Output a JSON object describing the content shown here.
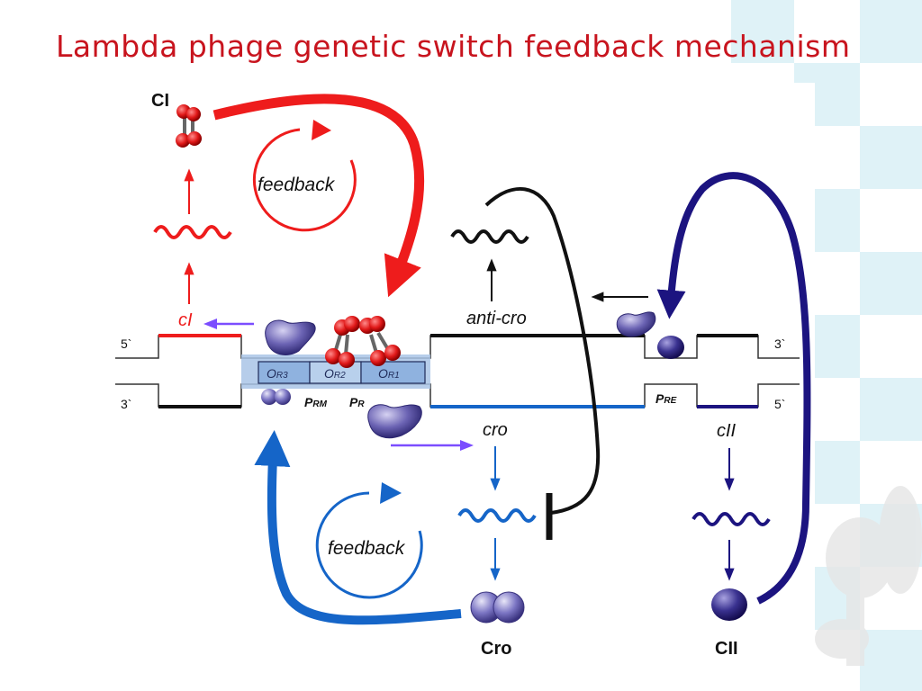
{
  "title": "Lambda phage genetic switch feedback mechanism",
  "labels": {
    "ci_protein": "CI",
    "feedback_top": "feedback",
    "feedback_bottom": "feedback",
    "ci_gene": "cI",
    "anti_cro": "anti-cro",
    "cro_gene": "cro",
    "cii_gene": "cII",
    "cro_protein": "Cro",
    "cii_protein": "CII",
    "five_prime_left": "5`",
    "three_prime_left": "3`",
    "three_prime_right": "3`",
    "five_prime_right": "5`",
    "or3": "O",
    "or3_sub": "R3",
    "or2": "O",
    "or2_sub": "R2",
    "or1": "O",
    "or1_sub": "R1",
    "prm": "P",
    "prm_sub": "RM",
    "pr": "P",
    "pr_sub": "R",
    "pre": "P",
    "pre_sub": "RE"
  },
  "colors": {
    "red": "#ee1c1c",
    "blue": "#1565c8",
    "navy": "#1c1480",
    "violet": "#7b4dff",
    "black": "#111111",
    "operator_box": "#a9c4e6",
    "protein": "#4e4896"
  }
}
